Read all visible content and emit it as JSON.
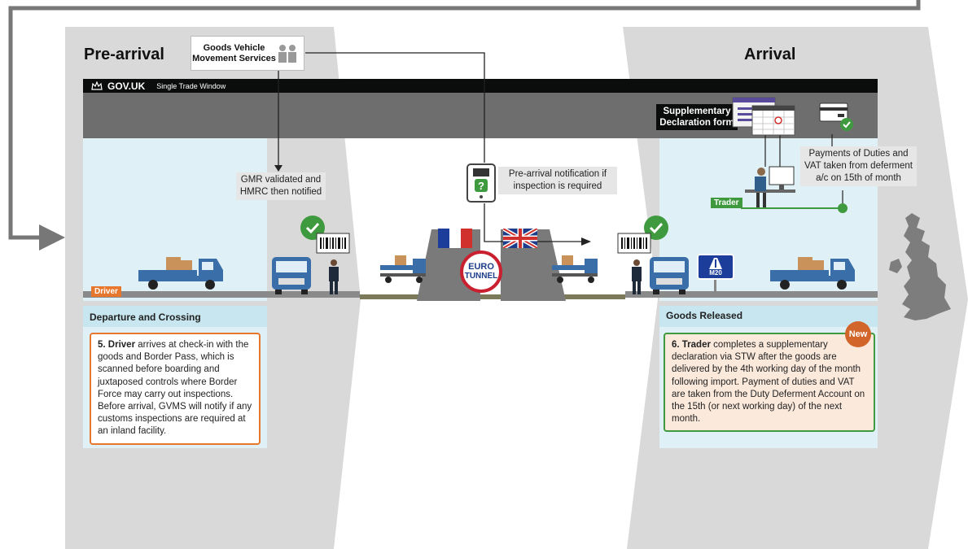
{
  "pre_arrival": {
    "title": "Pre-arrival",
    "driver_tag": "Driver",
    "band_label": "Departure and Crossing",
    "step": {
      "number": "5.",
      "actor": "Driver",
      "text": "arrives at check-in with the goods and Border Pass, which is scanned before boarding and juxtaposed controls where Border Force may carry out inspections. Before arrival, GVMS will notify if any customs inspections are required at an inland facility."
    },
    "gmr_callout": "GMR validated and HMRC then notified"
  },
  "arrival": {
    "title": "Arrival",
    "trader_tag": "Trader",
    "band_label": "Goods Released",
    "new_badge": "New",
    "form_label": "Supplementary Declaration form",
    "payments_callout": "Payments of Duties and VAT taken from deferment a/c on 15th of month",
    "step": {
      "number": "6.",
      "actor": "Trader",
      "text": "completes a supplementary declaration via STW after the goods are delivered by the 4th working day of the month following import. Payment of duties and VAT are taken from the Duty Deferment Account on the 15th (or next working day) of the next month."
    },
    "m20_sign": "M20"
  },
  "gvms": {
    "label": "Goods Vehicle Movement Services"
  },
  "govuk_bar": {
    "brand": "GOV.UK",
    "subtitle": "Single Trade Window"
  },
  "crossing": {
    "notification_callout": "Pre-arrival notification if inspection is required",
    "eurotunnel_top": "EURO",
    "eurotunnel_bottom": "TUNNEL"
  },
  "colors": {
    "accent_orange": "#e8772e",
    "accent_green": "#3f9a3f",
    "panel_light_blue": "#dff0f6",
    "govuk_black": "#0b0c0c",
    "chevron_grey": "#d9d9d9"
  }
}
